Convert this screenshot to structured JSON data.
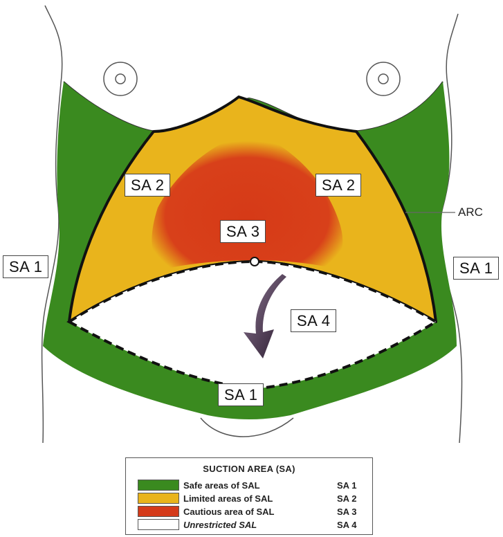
{
  "labels": {
    "sa2_left": "SA 2",
    "sa2_right": "SA 2",
    "sa3": "SA 3",
    "sa1_left": "SA 1",
    "sa1_right": "SA 1",
    "sa4": "SA 4",
    "sa1_bottom": "SA 1",
    "arc": "ARC"
  },
  "legend": {
    "title": "SUCTION AREA (SA)",
    "items": [
      {
        "label": "Safe areas of SAL",
        "code": "SA 1",
        "color": "#3a8a1f"
      },
      {
        "label": "Limited areas of SAL",
        "code": "SA 2",
        "color": "#e9b41c"
      },
      {
        "label": "Cautious area of SAL",
        "code": "SA 3",
        "color": "#d43a1a"
      },
      {
        "label": "Unrestricted SAL",
        "code": "SA 4",
        "color": "#ffffff"
      }
    ]
  },
  "colors": {
    "green": "#3a8a1f",
    "yellow": "#e9b41c",
    "red": "#d43a1a",
    "arrow": "#4a2f4e"
  }
}
